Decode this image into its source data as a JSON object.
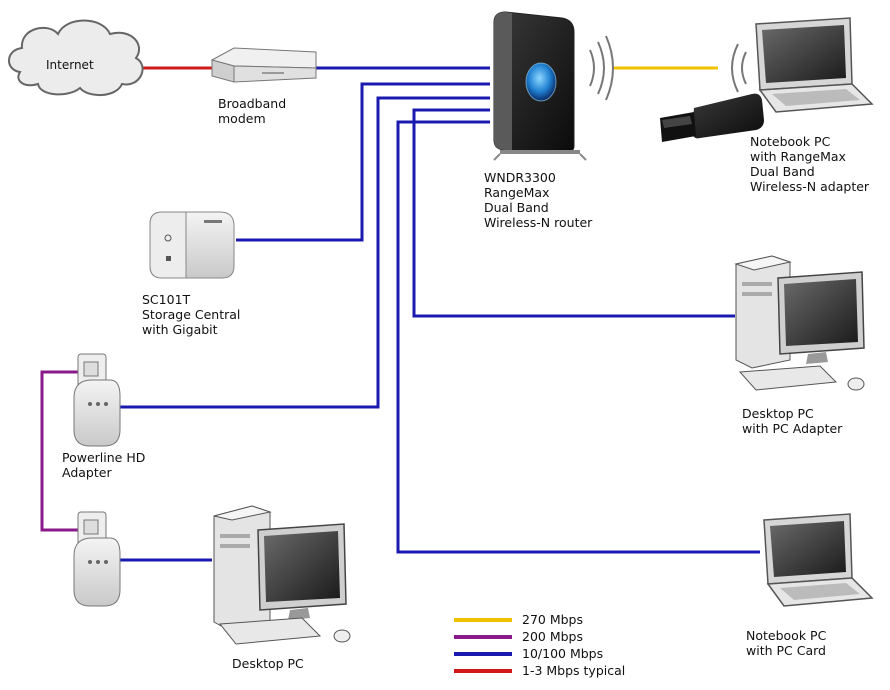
{
  "devices": {
    "internet": {
      "label": "Internet"
    },
    "modem": {
      "lines": [
        "Broadband",
        "modem"
      ]
    },
    "router": {
      "lines": [
        "WNDR3300",
        "RangeMax",
        "Dual Band",
        "Wireless-N router"
      ]
    },
    "notebook_wireless": {
      "lines": [
        "Notebook PC",
        "with RangeMax",
        "Dual Band",
        "Wireless-N adapter"
      ]
    },
    "storage": {
      "lines": [
        "SC101T",
        "Storage Central",
        "with Gigabit"
      ]
    },
    "desktop_adapter": {
      "lines": [
        "Desktop PC",
        "with PC Adapter"
      ]
    },
    "powerline": {
      "lines": [
        "Powerline HD",
        "Adapter"
      ]
    },
    "desktop": {
      "lines": [
        "Desktop PC"
      ]
    },
    "notebook_card": {
      "lines": [
        "Notebook PC",
        "with PC Card"
      ]
    }
  },
  "legend": [
    {
      "label": "270 Mbps",
      "color": "#f2c200"
    },
    {
      "label": "200 Mbps",
      "color": "#8a1a8a"
    },
    {
      "label": "10/100 Mbps",
      "color": "#1a1ab0"
    },
    {
      "label": "1-3 Mbps typical",
      "color": "#d01818"
    }
  ],
  "colors": {
    "ethernet": "#1a1ab0",
    "wireless": "#f2c200",
    "powerline": "#8a1a8a",
    "dsl": "#d01818"
  }
}
